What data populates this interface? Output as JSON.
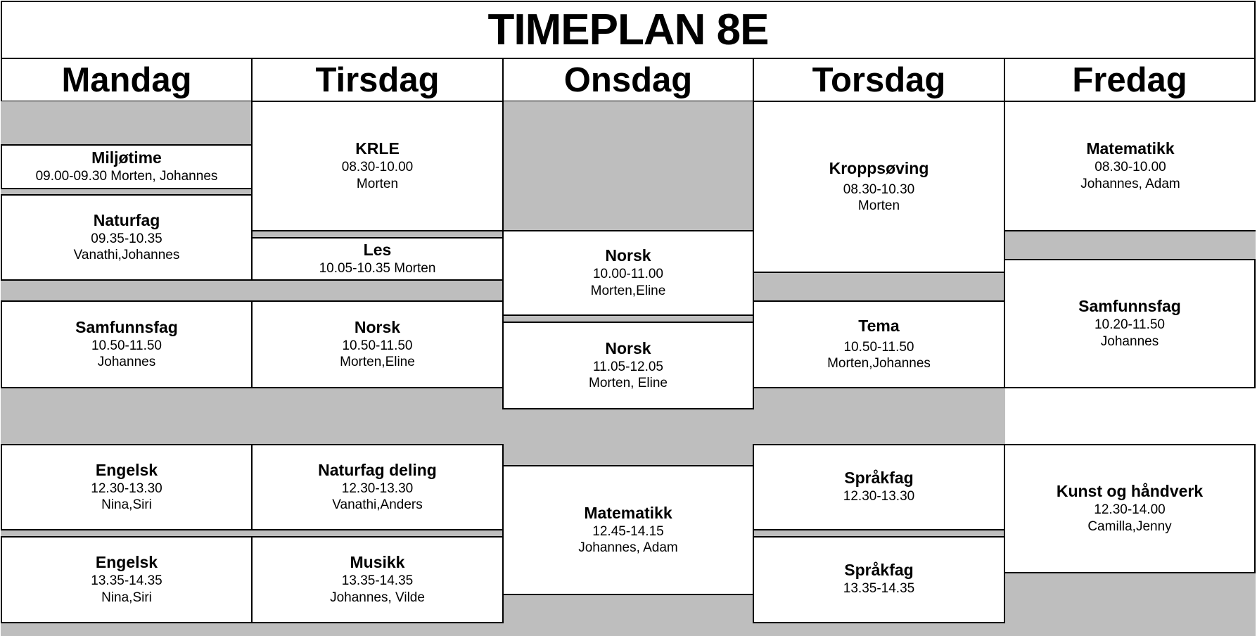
{
  "title": "TIMEPLAN 8E",
  "days": [
    "Mandag",
    "Tirsdag",
    "Onsdag",
    "Torsdag",
    "Fredag"
  ],
  "lessons": {
    "man_miljotime": {
      "subject": "Miljøtime",
      "line": "09.00-09.30 Morten, Johannes"
    },
    "man_naturfag": {
      "subject": "Naturfag",
      "time": "09.35-10.35",
      "teachers": "Vanathi,Johannes"
    },
    "man_samfunnsfag": {
      "subject": "Samfunnsfag",
      "time": "10.50-11.50",
      "teachers": "Johannes"
    },
    "man_engelsk1": {
      "subject": "Engelsk",
      "time": "12.30-13.30",
      "teachers": "Nina,Siri"
    },
    "man_engelsk2": {
      "subject": "Engelsk",
      "time": "13.35-14.35",
      "teachers": "Nina,Siri"
    },
    "tir_krle": {
      "subject": "KRLE",
      "time": "08.30-10.00",
      "teachers": "Morten"
    },
    "tir_les": {
      "subject": "Les",
      "line": "10.05-10.35 Morten"
    },
    "tir_norsk": {
      "subject": "Norsk",
      "time": "10.50-11.50",
      "teachers": "Morten,Eline"
    },
    "tir_naturfag_deling": {
      "subject": "Naturfag deling",
      "time": "12.30-13.30",
      "teachers": "Vanathi,Anders"
    },
    "tir_musikk": {
      "subject": "Musikk",
      "time": "13.35-14.35",
      "teachers": "Johannes, Vilde"
    },
    "ons_norsk1": {
      "subject": "Norsk",
      "time": "10.00-11.00",
      "teachers": "Morten,Eline"
    },
    "ons_norsk2": {
      "subject": "Norsk",
      "time": "11.05-12.05",
      "teachers": "Morten, Eline"
    },
    "ons_matematikk": {
      "subject": "Matematikk",
      "time": "12.45-14.15",
      "teachers": "Johannes, Adam"
    },
    "tor_kroppsoving": {
      "subject": "Kroppsøving",
      "time": "08.30-10.30",
      "teachers": "Morten"
    },
    "tor_tema": {
      "subject": "Tema",
      "time": "10.50-11.50",
      "teachers": "Morten,Johannes"
    },
    "tor_sprakfag1": {
      "subject": "Språkfag",
      "time": "12.30-13.30"
    },
    "tor_sprakfag2": {
      "subject": "Språkfag",
      "time": "13.35-14.35"
    },
    "fre_matematikk": {
      "subject": "Matematikk",
      "time": "08.30-10.00",
      "teachers": "Johannes, Adam"
    },
    "fre_samfunnsfag": {
      "subject": "Samfunnsfag",
      "time": "10.20-11.50",
      "teachers": "Johannes"
    },
    "fre_kunst": {
      "subject": "Kunst og håndverk",
      "time": "12.30-14.00",
      "teachers": "Camilla,Jenny"
    }
  },
  "colors": {
    "break": "#bebebe",
    "border": "#000000",
    "cell": "#ffffff"
  }
}
